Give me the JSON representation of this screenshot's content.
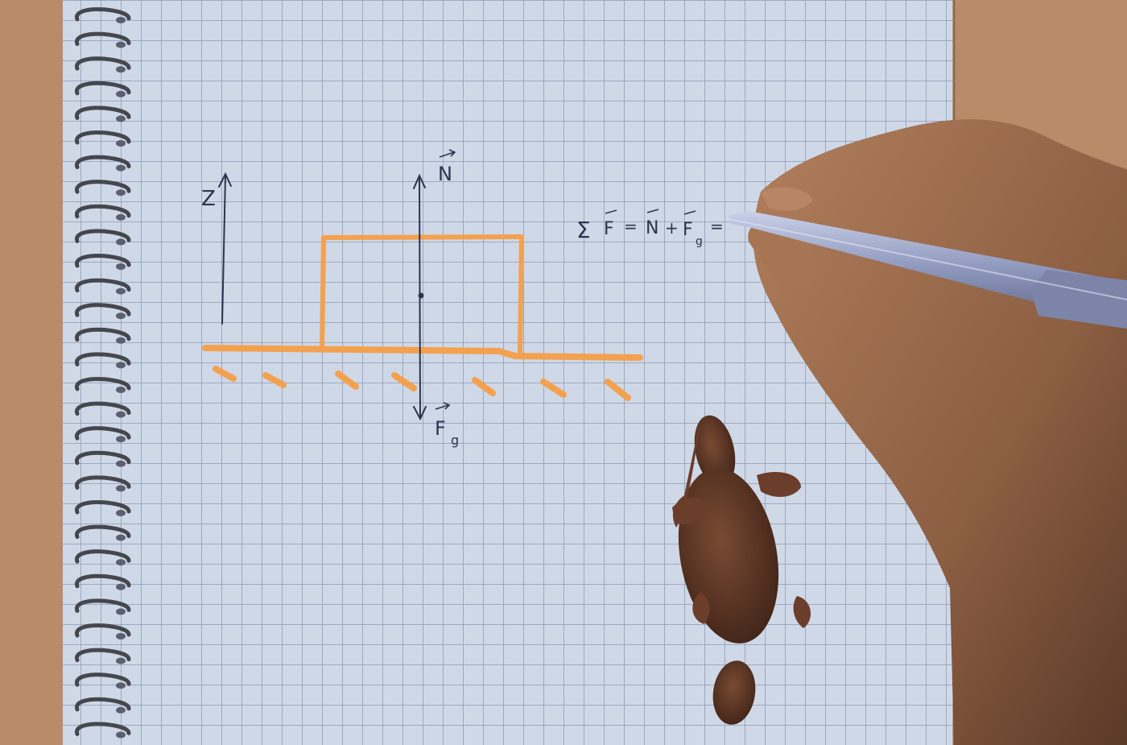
{
  "scene": {
    "colors": {
      "paper": "#cfd8e6",
      "grid_line": "#7f8fb0",
      "table": "#b98b69",
      "ink": "#2d3450",
      "marker": "#f3a14f",
      "skin": "#9b6b4b",
      "pen_barrel": "#8e98bd",
      "platypus": "#5a3424"
    },
    "labels": {
      "z_axis": "Z",
      "normal_force": "N",
      "gravity_force": "F",
      "gravity_subscript": "g",
      "equation_sum": "Σ",
      "equation_f": "F",
      "equation_eq1": "=",
      "equation_n": "N",
      "equation_plus": "+",
      "equation_fg": "F",
      "equation_fg_sub": "g",
      "equation_eq2": "="
    }
  }
}
